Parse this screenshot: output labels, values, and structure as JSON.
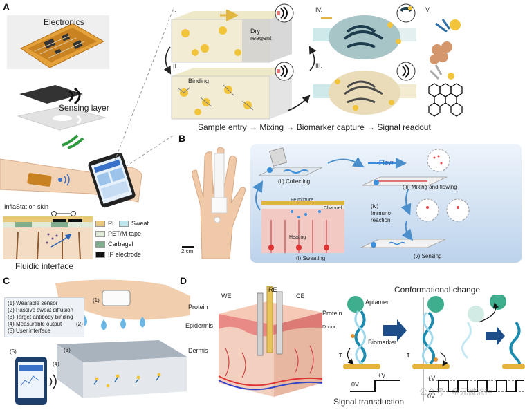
{
  "panels": {
    "a": "A",
    "b": "B",
    "c": "C",
    "d": "D"
  },
  "panel_a": {
    "electronics": "Electronics",
    "sensing_layer": "Sensing layer",
    "inflastat": "InflaStat on skin",
    "fluidic_interface": "Fluidic interface",
    "legend": [
      {
        "label": "PI",
        "color": "#e9c87a"
      },
      {
        "label": "Sweat",
        "color": "#bfe7ee"
      },
      {
        "label": "PET/M-tape",
        "color": "#dfe9d8"
      },
      {
        "label": "Carbagel",
        "color": "#7fae8e"
      },
      {
        "label": "IP electrode",
        "color": "#111111"
      }
    ],
    "steps": {
      "i": "I.",
      "ii": "II.",
      "iii": "III.",
      "iv": "IV.",
      "v": "V."
    },
    "dry_reagent": "Dry reagent",
    "binding": "Binding",
    "flow_caption": "Sample entry → Mixing → Biomarker capture → Signal readout"
  },
  "panel_b": {
    "scale": "2 cm",
    "collecting": "(ii) Collecting",
    "flow": "Flow",
    "mixing": "(iii) Mixing and flowing",
    "fe_mixture": "Fe mixture",
    "channel": "Channel",
    "heating": "Heating",
    "immuno": "(iv) Immuno reaction",
    "sweating": "(i) Sweating",
    "sensing": "(v) Sensing"
  },
  "panel_c": {
    "list": [
      "(1) Wearable sensor",
      "(2) Passive sweat diffusion",
      "(3) Target antibody binding",
      "(4) Measurable output",
      "(5) User interface"
    ],
    "markers": [
      "(1)",
      "(2)",
      "(3)",
      "(4)",
      "(5)"
    ]
  },
  "panel_d": {
    "we": "WE",
    "re": "RE",
    "ce": "CE",
    "protein": "Protein",
    "epidermis": "Epidermis",
    "dermis": "Dermis",
    "conformational": "Conformational change",
    "aptamer": "Aptamer",
    "protein2": "Protein",
    "donor": "Donor",
    "biomarker": "Biomarker",
    "tau": "τ",
    "zero_v": "0V",
    "plus_v": "+V",
    "signal_transduction": "Signal transduction",
    "watermark": "公众号 · 金元微流控"
  }
}
